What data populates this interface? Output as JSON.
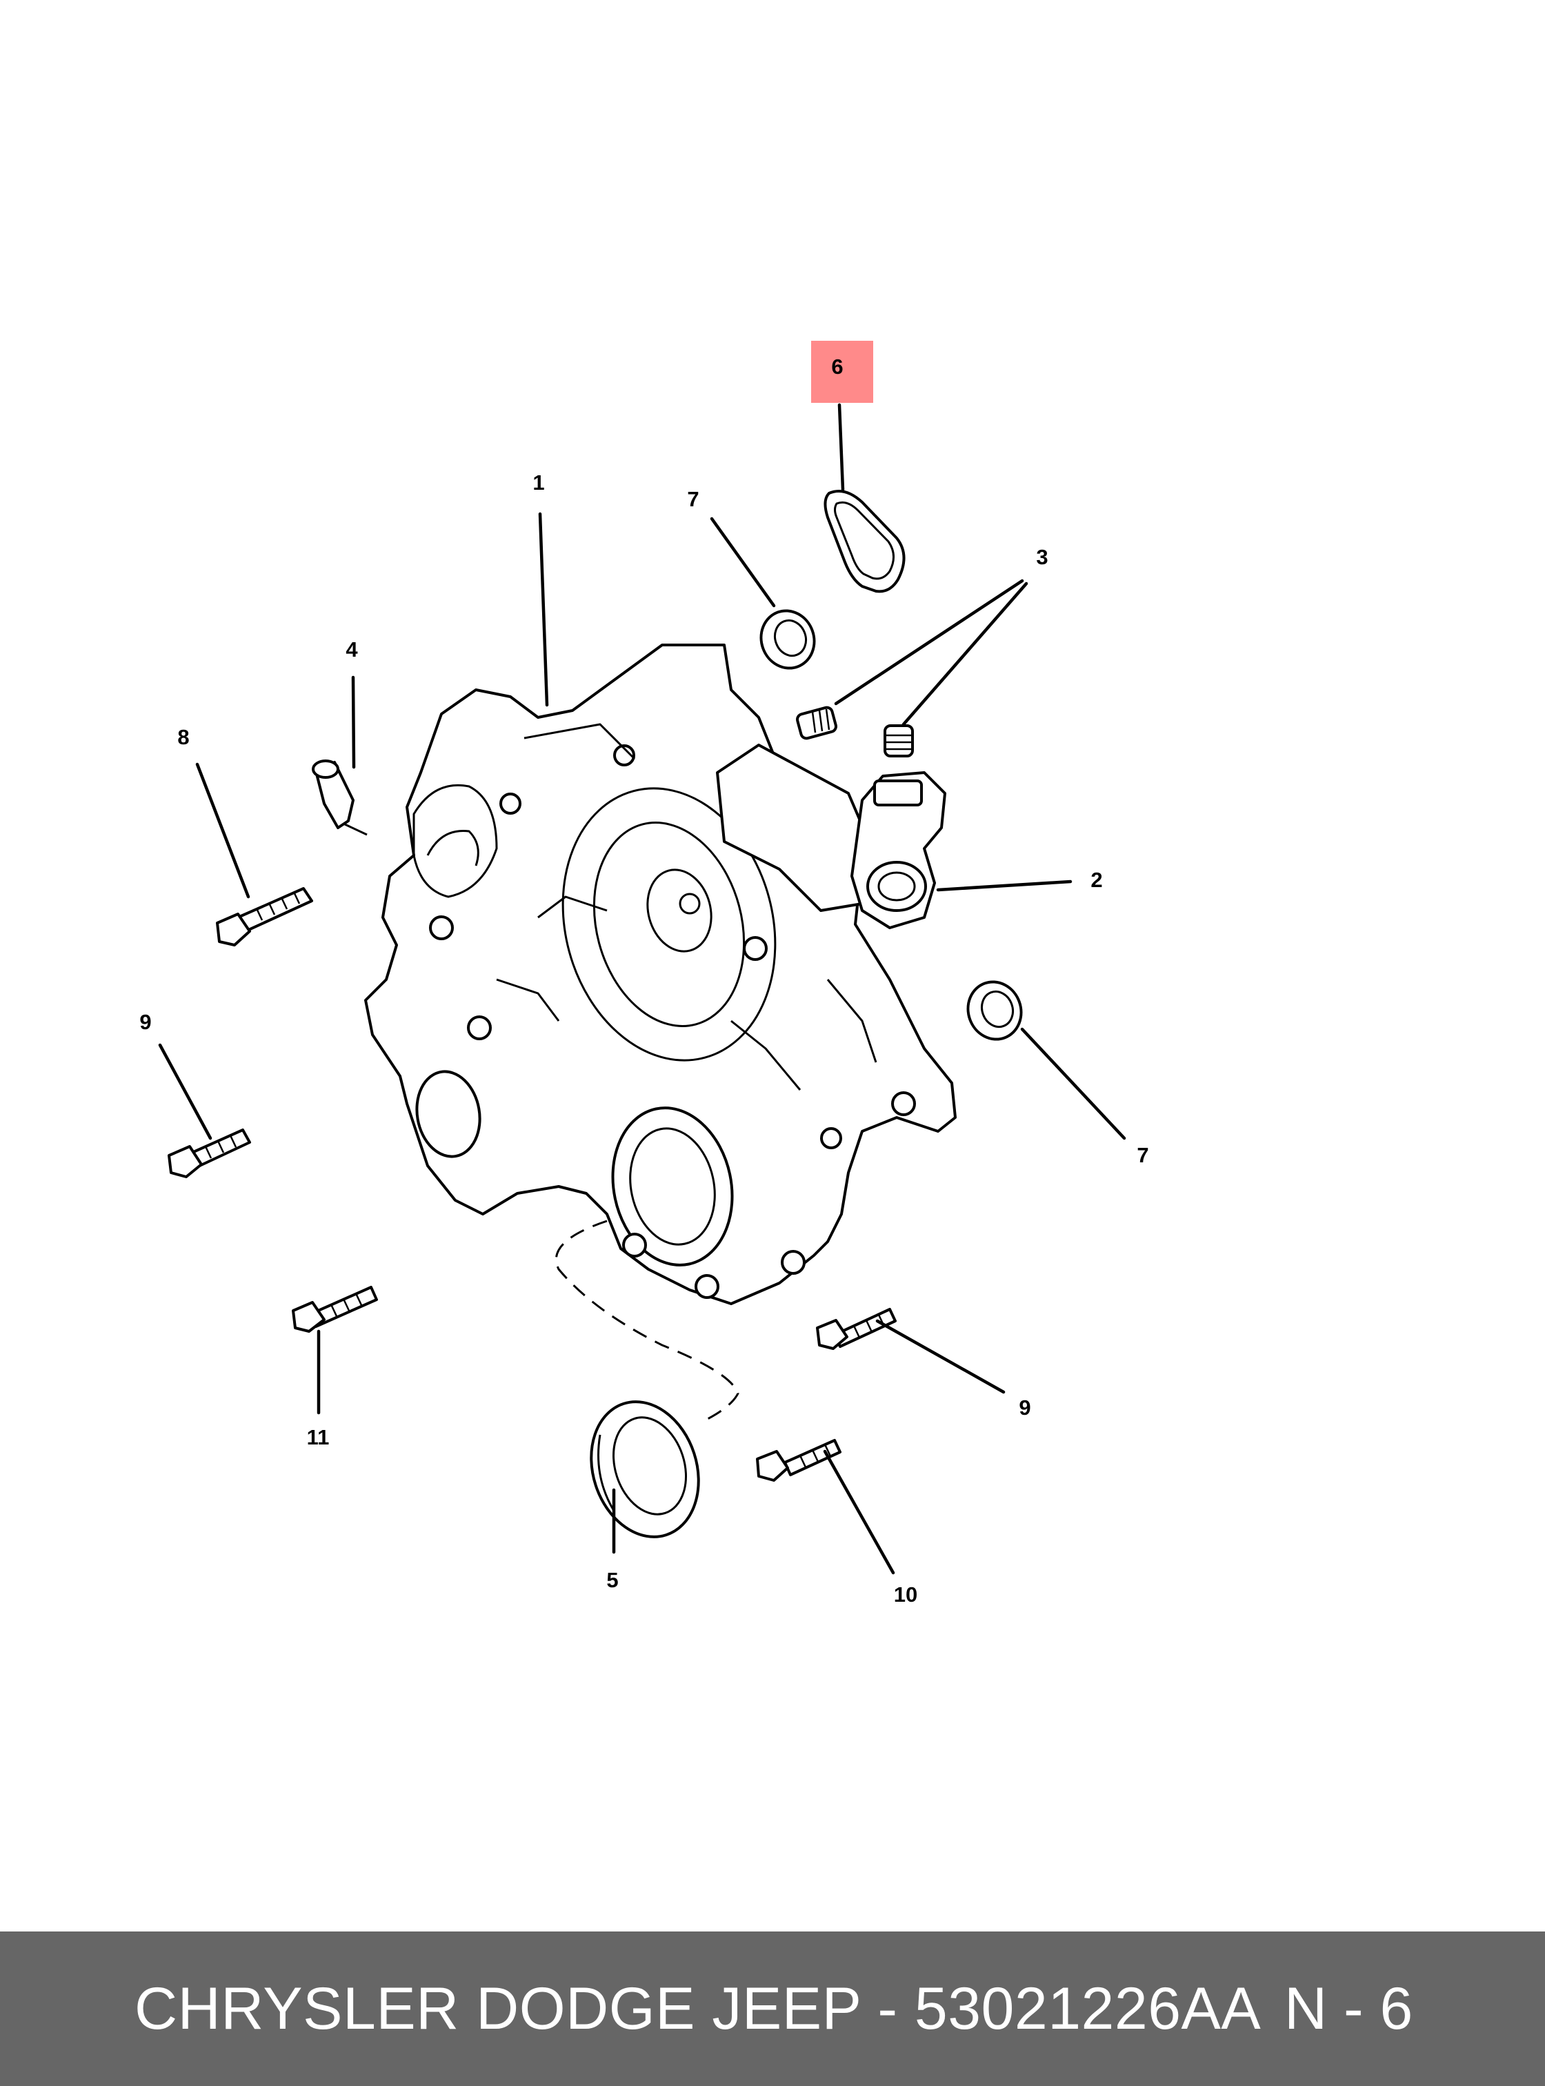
{
  "diagram": {
    "highlight_color": "#ff8a8a",
    "highlighted_callout": "6",
    "callouts": {
      "c1": "1",
      "c2": "2",
      "c3": "3",
      "c4": "4",
      "c5": "5",
      "c6": "6",
      "c7a": "7",
      "c7b": "7",
      "c8": "8",
      "c9a": "9",
      "c9b": "9",
      "c10": "10",
      "c11": "11"
    }
  },
  "footer": {
    "title": "CHRYSLER DODGE JEEP - 53021226AA",
    "page": "N - 6",
    "background": "#666666"
  }
}
